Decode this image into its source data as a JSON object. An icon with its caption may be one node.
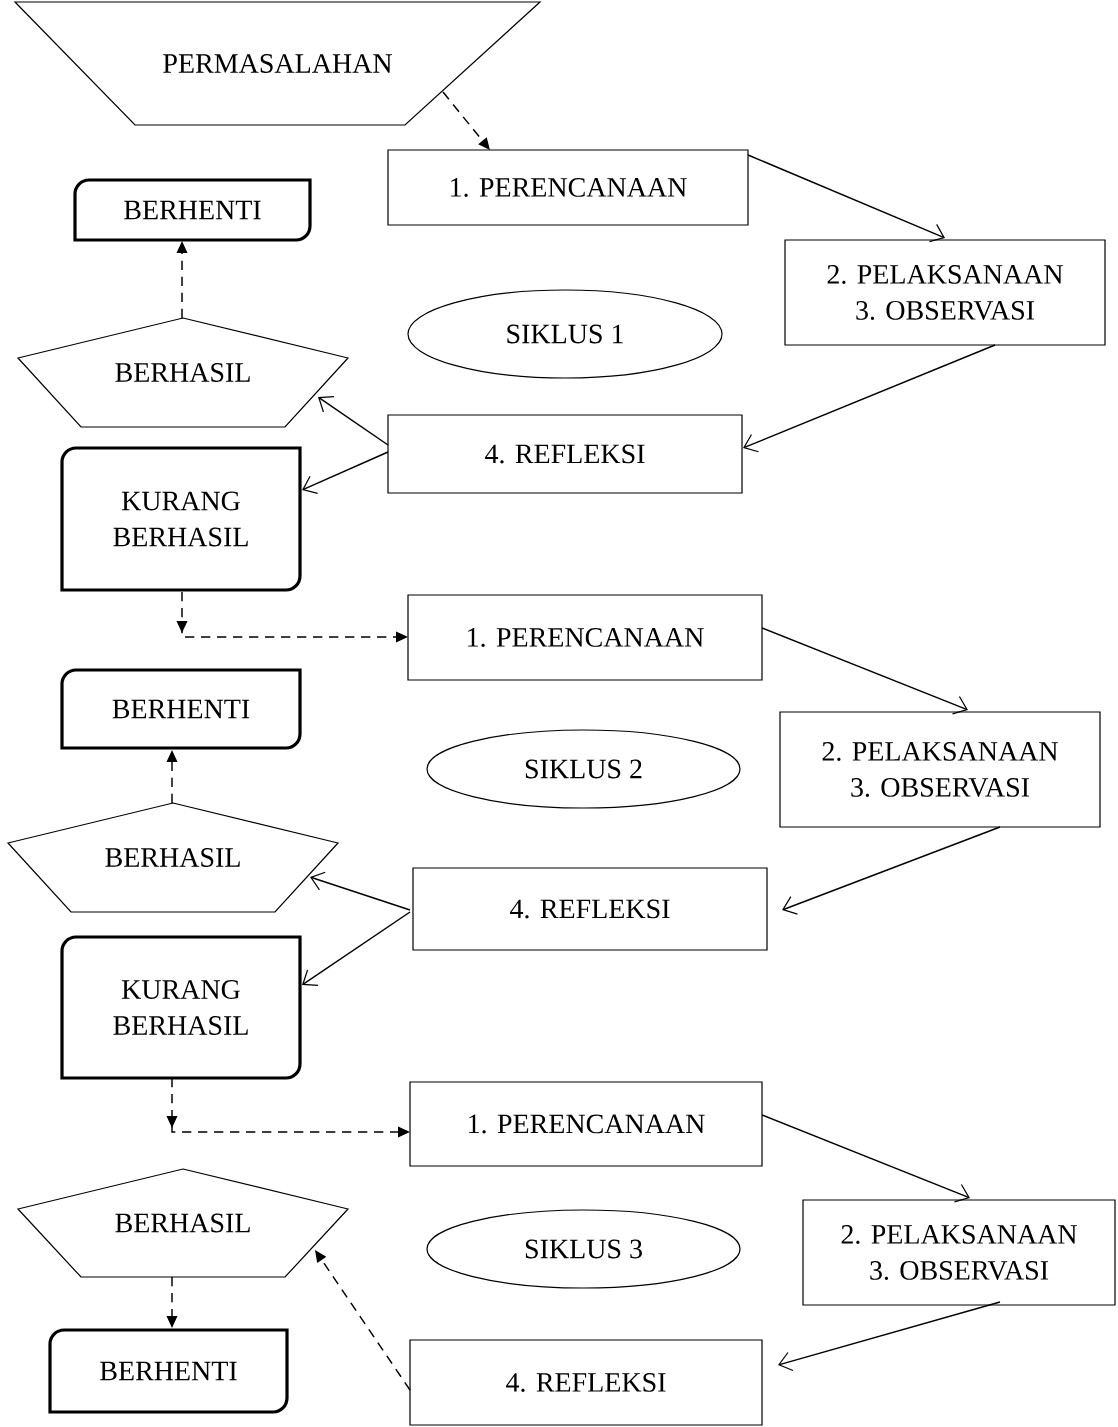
{
  "diagram": {
    "nodes": [
      {
        "text": [
          "PERMASALAHAN"
        ]
      },
      {
        "text": [
          "1. PERENCANAAN"
        ]
      },
      {
        "text": [
          "BERHENTI"
        ]
      },
      {
        "text": [
          "2. PELAKSANAAN",
          "3. OBSERVASI"
        ]
      },
      {
        "text": [
          "SIKLUS 1"
        ]
      },
      {
        "text": [
          "BERHASIL"
        ]
      },
      {
        "text": [
          "4. REFLEKSI"
        ]
      },
      {
        "text": [
          "KURANG BERHASIL"
        ]
      },
      {
        "text": [
          "1. PERENCANAAN"
        ]
      },
      {
        "text": [
          "BERHENTI"
        ]
      },
      {
        "text": [
          "2. PELAKSANAAN",
          "3. OBSERVASI"
        ]
      },
      {
        "text": [
          "SIKLUS 2"
        ]
      },
      {
        "text": [
          "BERHASIL"
        ]
      },
      {
        "text": [
          "4. REFLEKSI"
        ]
      },
      {
        "text": [
          "KURANG BERHASIL"
        ]
      },
      {
        "text": [
          "1. PERENCANAAN"
        ]
      },
      {
        "text": [
          "BERHASIL"
        ]
      },
      {
        "text": [
          "SIKLUS 3"
        ]
      },
      {
        "text": [
          "2. PELAKSANAAN",
          "3. OBSERVASI"
        ]
      },
      {
        "text": [
          "BERHENTI"
        ]
      },
      {
        "text": [
          "4. REFLEKSI"
        ]
      }
    ],
    "edges": [
      {
        "from": 0,
        "to": 1,
        "arrow": "to",
        "style": "dashed"
      },
      {
        "from": 1,
        "to": 3,
        "arrow": "to"
      },
      {
        "from": 3,
        "to": 6,
        "arrow": "to"
      },
      {
        "from": 6,
        "to": 5,
        "arrow": "to"
      },
      {
        "from": 6,
        "to": 7,
        "arrow": "to"
      },
      {
        "from": 5,
        "to": 2,
        "arrow": "to",
        "style": "dashed"
      },
      {
        "from": 7,
        "to": 8,
        "arrow": "to",
        "style": "dashed"
      },
      {
        "from": 8,
        "to": 10,
        "arrow": "to"
      },
      {
        "from": 10,
        "to": 13,
        "arrow": "to"
      },
      {
        "from": 13,
        "to": 12,
        "arrow": "to"
      },
      {
        "from": 13,
        "to": 14,
        "arrow": "to"
      },
      {
        "from": 12,
        "to": 9,
        "arrow": "to",
        "style": "dashed"
      },
      {
        "from": 14,
        "to": 15,
        "arrow": "to",
        "style": "dashed"
      },
      {
        "from": 15,
        "to": 18,
        "arrow": "to"
      },
      {
        "from": 18,
        "to": 20,
        "arrow": "to"
      },
      {
        "from": 20,
        "to": 16,
        "arrow": "to",
        "style": "dashed"
      },
      {
        "from": 16,
        "to": 19,
        "arrow": "to",
        "style": "dashed"
      }
    ]
  }
}
